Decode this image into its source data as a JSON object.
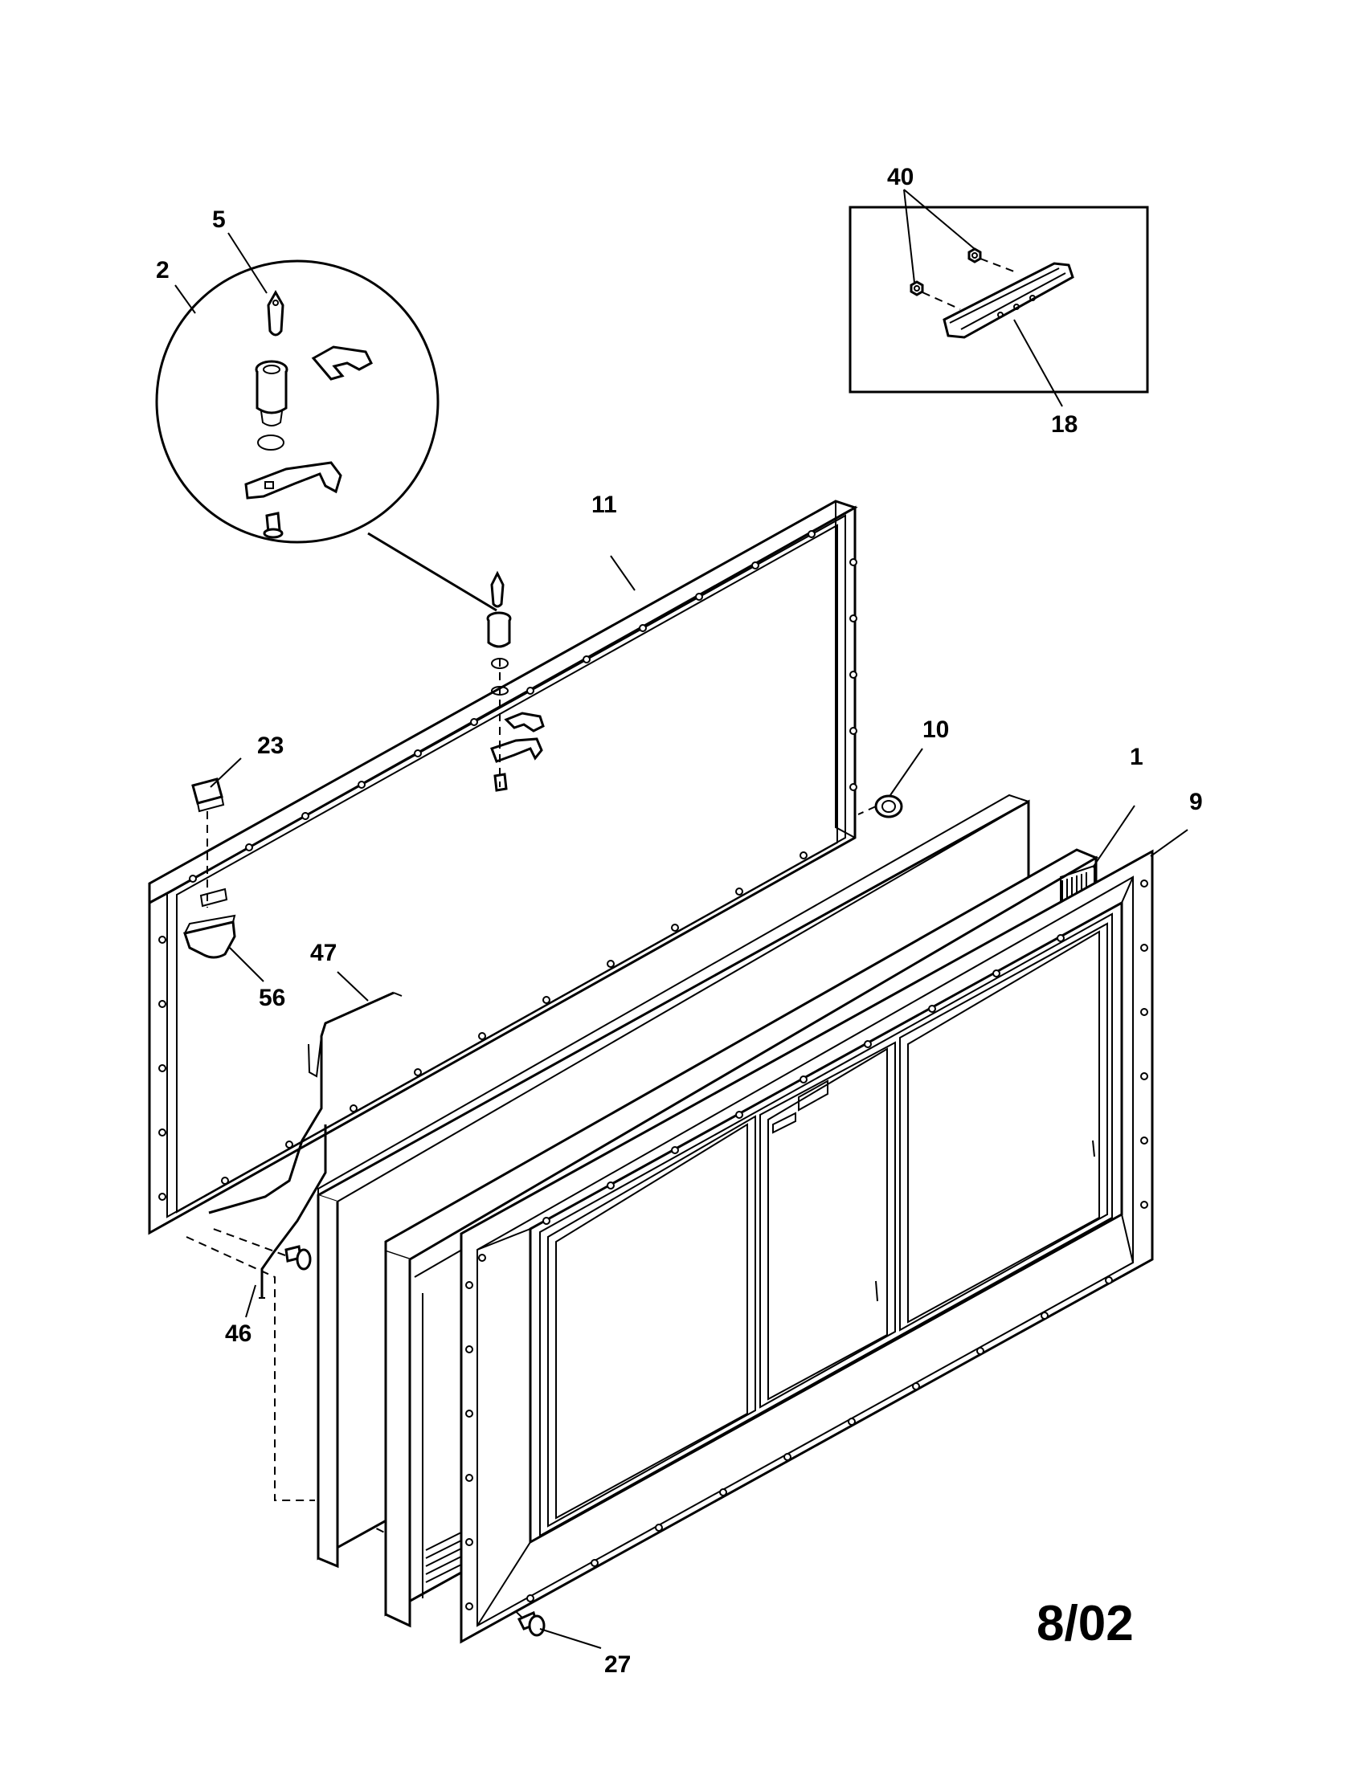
{
  "diagram": {
    "date_code": "8/02",
    "callouts": [
      {
        "id": "2",
        "label": "2"
      },
      {
        "id": "5",
        "label": "5"
      },
      {
        "id": "40",
        "label": "40"
      },
      {
        "id": "18",
        "label": "18"
      },
      {
        "id": "11",
        "label": "11"
      },
      {
        "id": "23",
        "label": "23"
      },
      {
        "id": "10",
        "label": "10"
      },
      {
        "id": "1",
        "label": "1"
      },
      {
        "id": "9",
        "label": "9"
      },
      {
        "id": "47",
        "label": "47"
      },
      {
        "id": "56",
        "label": "56"
      },
      {
        "id": "46",
        "label": "46"
      },
      {
        "id": "27",
        "label": "27"
      }
    ]
  }
}
